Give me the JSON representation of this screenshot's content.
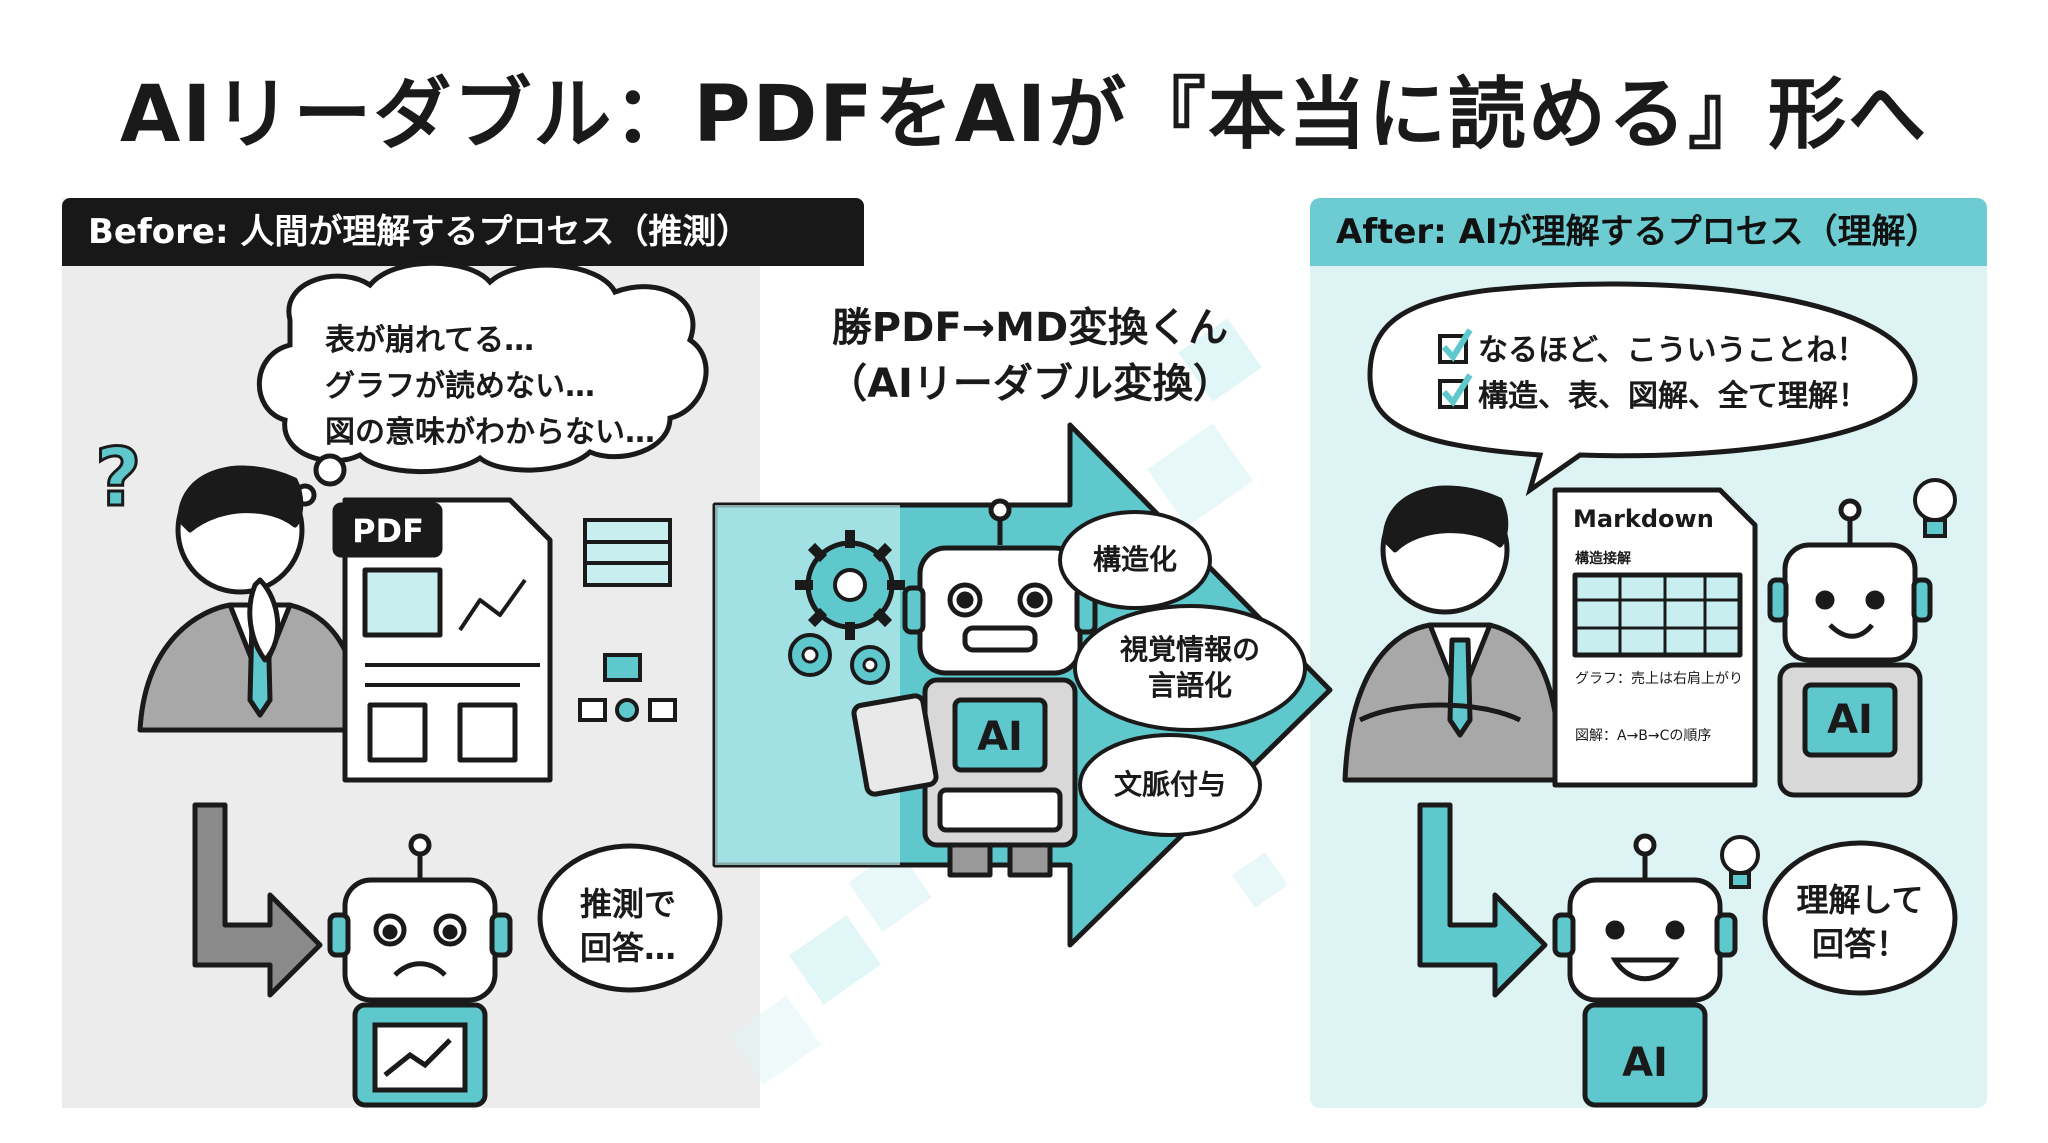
{
  "title": "AIリーダブル：PDFをAIが『本当に読める』形へ",
  "before": {
    "label": "Before: 人間が理解するプロセス（推測）",
    "thought_lines": [
      "表が崩れてる…",
      "グラフが読めない…",
      "図の意味がわからない…"
    ],
    "question_mark": "?",
    "pdf_tag": "PDF",
    "robot_speech": [
      "推測で",
      "回答…"
    ]
  },
  "center": {
    "title_line1": "勝PDF→MD変換くん",
    "title_line2": "（AIリーダブル変換）",
    "chest_label": "AI",
    "bubbles": [
      {
        "lines": [
          "構造化"
        ]
      },
      {
        "lines": [
          "視覚情報の",
          "言語化"
        ]
      },
      {
        "lines": [
          "文脈付与"
        ]
      }
    ]
  },
  "after": {
    "label": "After: AIが理解するプロセス（理解）",
    "speech_lines": [
      "なるほど、こういうことね！",
      "構造、表、図解、全て理解！"
    ],
    "doc_title": "Markdown",
    "doc_heading": "構造接解",
    "doc_graph_line": "グラフ：売上は右肩上がり",
    "doc_diagram_line": "図解：A→B→Cの順序",
    "robot_chest_label": "AI",
    "bottom_robot_label": "AI",
    "robot_speech": [
      "理解して",
      "回答！"
    ]
  },
  "colors": {
    "accent": "#5ec8cd",
    "accent_light": "#c9eef0",
    "dark": "#181818",
    "before_bg": "#ececec",
    "after_bg": "#def3f4"
  },
  "icons": [
    "question-mark-icon",
    "checkbox-icon",
    "lightbulb-icon",
    "gear-icon",
    "down-right-arrow-icon",
    "big-right-arrow-icon"
  ]
}
